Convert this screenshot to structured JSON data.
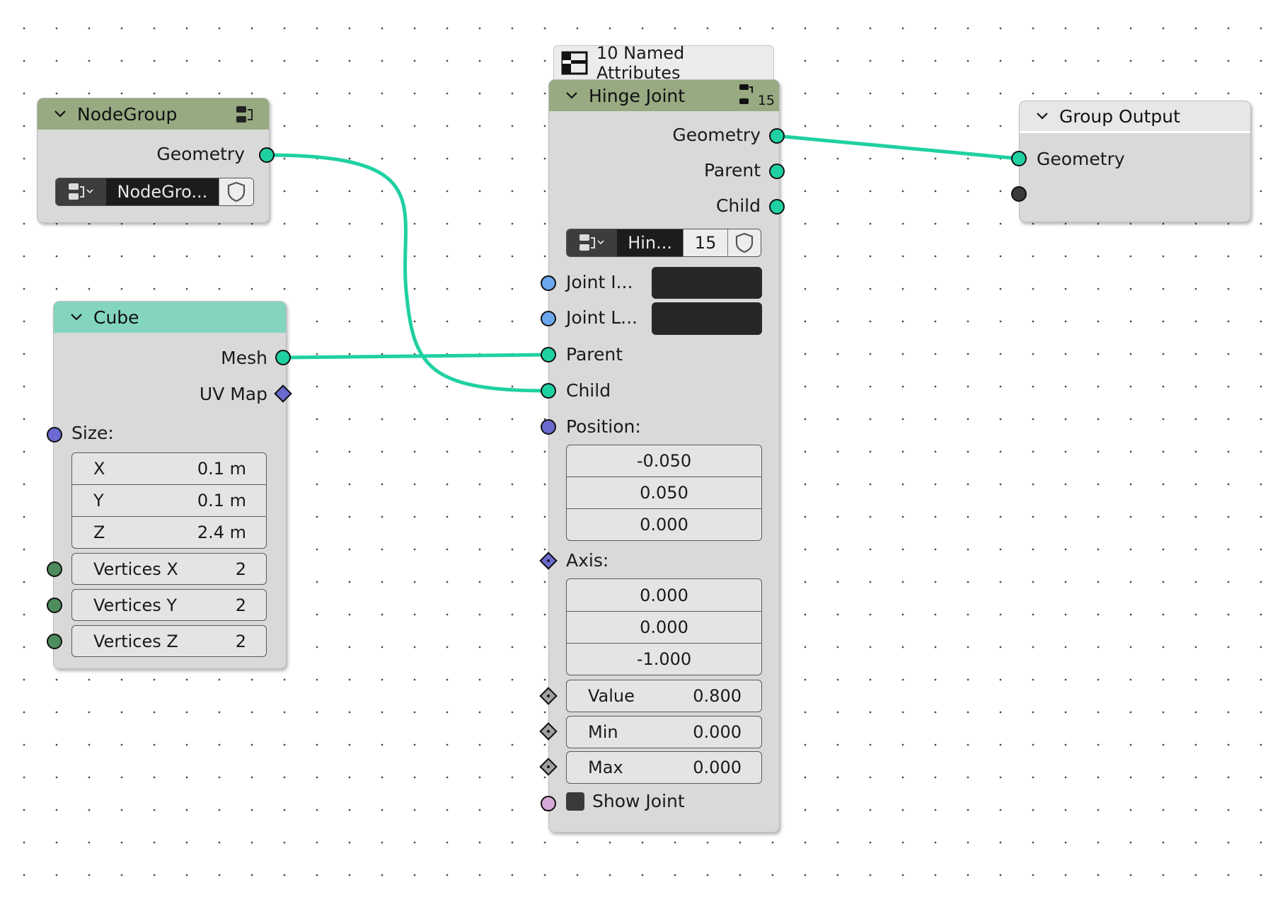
{
  "colors": {
    "link": "#1fd0a2",
    "node_body": "#d9d9d9",
    "header_group": "#97aa82",
    "header_mesh": "#83d5c0",
    "header_output": "#e7e7e7"
  },
  "nodegroup_node": {
    "title": "NodeGroup",
    "output_geometry": "Geometry",
    "selector_name": "NodeGro...",
    "icons": [
      "chevron-down-icon",
      "node-tree-icon",
      "shield-icon"
    ]
  },
  "cube_node": {
    "title": "Cube",
    "output_mesh": "Mesh",
    "output_uv": "UV Map",
    "size_label": "Size:",
    "size": [
      {
        "axis": "X",
        "value": "0.1 m"
      },
      {
        "axis": "Y",
        "value": "0.1 m"
      },
      {
        "axis": "Z",
        "value": "2.4 m"
      }
    ],
    "vertices": [
      {
        "label": "Vertices X",
        "value": "2"
      },
      {
        "label": "Vertices Y",
        "value": "2"
      },
      {
        "label": "Vertices Z",
        "value": "2"
      }
    ]
  },
  "hinge_node": {
    "attributes_tab": "10 Named Attributes",
    "title": "Hinge Joint",
    "users_badge": "15",
    "outputs": [
      "Geometry",
      "Parent",
      "Child"
    ],
    "selector_name": "Hin...",
    "selector_users": "15",
    "joint_i_label": "Joint I...",
    "joint_l_label": "Joint L...",
    "input_parent": "Parent",
    "input_child": "Child",
    "position_label": "Position:",
    "position": [
      "-0.050",
      "0.050",
      "0.000"
    ],
    "axis_label": "Axis:",
    "axis": [
      "0.000",
      "0.000",
      "-1.000"
    ],
    "value": {
      "label": "Value",
      "value": "0.800"
    },
    "min": {
      "label": "Min",
      "value": "0.000"
    },
    "max": {
      "label": "Max",
      "value": "0.000"
    },
    "show_joint_label": "Show Joint"
  },
  "group_output_node": {
    "title": "Group Output",
    "input_geometry": "Geometry"
  }
}
